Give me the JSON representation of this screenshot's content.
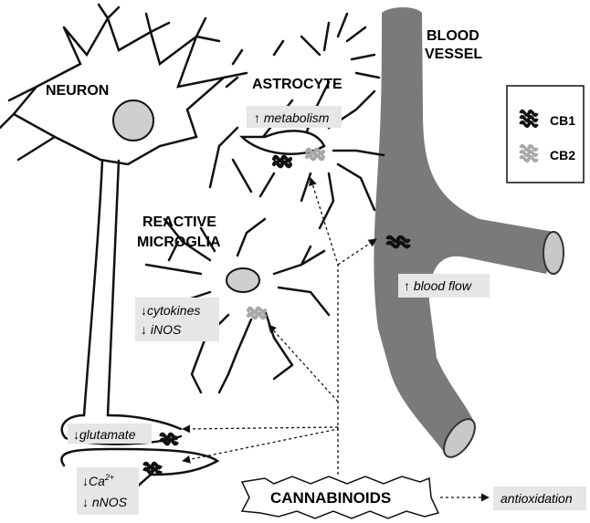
{
  "labels": {
    "neuron": "NEURON",
    "astrocyte": "ASTROCYTE",
    "blood_vessel_line1": "BLOOD",
    "blood_vessel_line2": "VESSEL",
    "reactive_microglia_line1": "REACTIVE",
    "reactive_microglia_line2": "MICROGLIA",
    "cannabinoids": "CANNABINOIDS"
  },
  "effects": {
    "metabolism": "↑ metabolism",
    "blood_flow": "↑ blood flow",
    "cytokines": "↓cytokines",
    "inos": "↓ iNOS",
    "glutamate": "↓glutamate",
    "calcium_prefix": "↓Ca",
    "calcium_sup": "2+",
    "nnos": "↓ nNOS",
    "antioxidation": "antioxidation"
  },
  "legend": {
    "items": [
      {
        "label": "CB1",
        "color": "#111111",
        "icon": "receptor-cb1-icon"
      },
      {
        "label": "CB2",
        "color": "#a8a8a8",
        "icon": "receptor-cb2-icon"
      }
    ]
  },
  "colors": {
    "vessel": "#7a7a7a",
    "vessel_end": "#c8c8c8",
    "label_box": "#e6e6e6",
    "soma_fill": "#cfcfcf",
    "cb1": "#111111",
    "cb2": "#a8a8a8"
  }
}
